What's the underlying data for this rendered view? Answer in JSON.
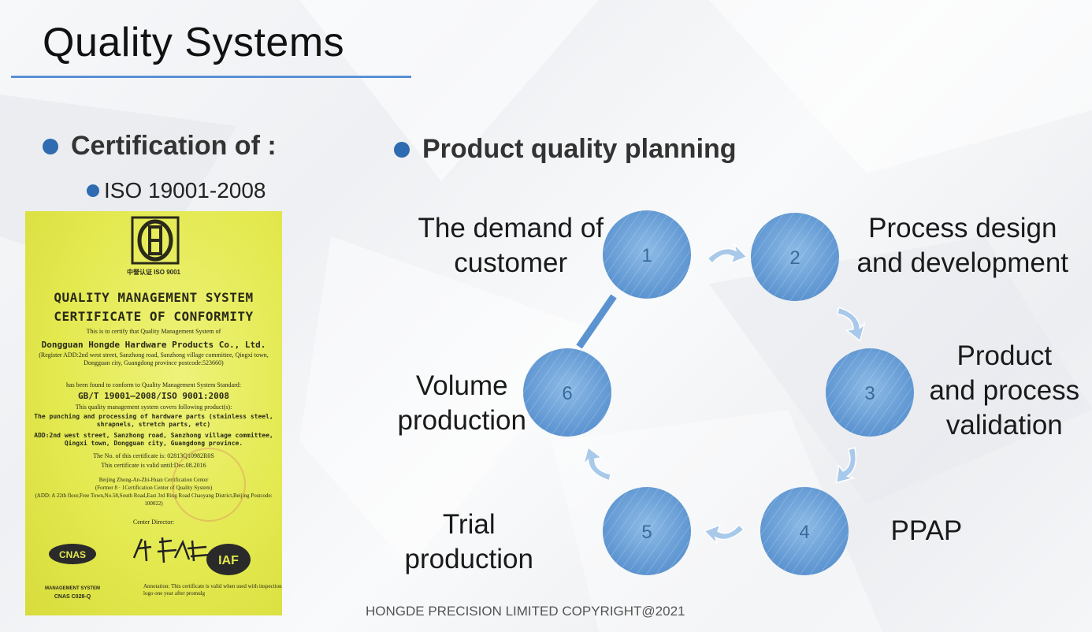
{
  "page": {
    "title": "Quality Systems"
  },
  "left": {
    "heading": "Certification of :",
    "item": "ISO 19001-2008"
  },
  "certificate": {
    "logo_caption": "中誉认证 ISO 9001",
    "title_line1": "QUALITY MANAGEMENT SYSTEM",
    "title_line2": "CERTIFICATE OF CONFORMITY",
    "intro": "This is to certify that Quality Management System of",
    "company": "Dongguan Hongde Hardware Products Co., Ltd.",
    "register_addr": "(Register ADD:2nd west street, Sanzhong road, Sanzhong village committee, Qingxi town, Dongguan city, Guangdong province  postcode:523660)",
    "conform": "has been found to conform to Quality Management System Standard:",
    "standard": "GB/T 19001—2008/ISO 9001:2008",
    "covers": "This quality management system covers following product(s):",
    "products": "The punching and processing of hardware parts (stainless steel, shrapnels, stretch parts, etc)",
    "add": "ADD:2nd west street, Sanzhong road, Sanzhong village committee, Qingxi town, Dongguan city, Guangdong province.",
    "cert_no": "The No. of this certificate is: 02813Q10982R0S",
    "valid": "This certificate is valid until:Dec.08.2016",
    "center": "Beijing Zhong-An-Zhi-Huan Certification Center",
    "former": "(Former 8 · 1Certification Center of Quality System)",
    "center_add": "(ADD: A 22th floor,Free Town,No.58,South Road,East 3rd Ring Road Chaoyang District,Beijing Postcode: 100022)",
    "director": "Center Director:",
    "cnas_label": "CNAS",
    "cnas_type": "MANAGEMENT SYSTEM",
    "cnas_no": "CNAS C028-Q",
    "iaf_label": "IAF",
    "annotation": "Annotation: This certificate is valid when used with inspection logo one year after promulg"
  },
  "right": {
    "heading": "Product quality planning"
  },
  "diagram": {
    "steps": [
      {
        "num": "1",
        "label": "The demand of\ncustomer"
      },
      {
        "num": "2",
        "label": "Process design\nand development"
      },
      {
        "num": "3",
        "label": "Product\nand process\nvalidation"
      },
      {
        "num": "4",
        "label": "PPAP"
      },
      {
        "num": "5",
        "label": "Trial\nproduction"
      },
      {
        "num": "6",
        "label": "Volume\nproduction"
      }
    ],
    "circle_color": "#6fa3d9",
    "arrow_color": "#a9c9ea"
  },
  "footer": "HONGDE PRECISION LIMITED COPYRIGHT@2021"
}
